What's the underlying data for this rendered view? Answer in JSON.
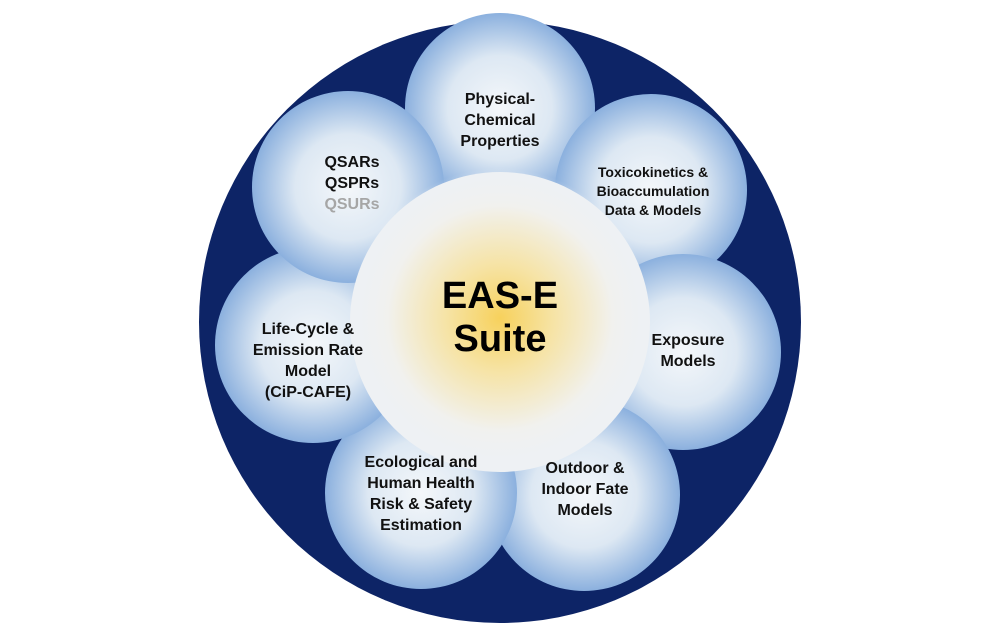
{
  "colors": {
    "ring": "#0d2466",
    "petal_center": "#f2f5f8",
    "petal_edge": "#8db0dd",
    "center_glow": "#f6d36b"
  },
  "center": {
    "line1": "EAS-E",
    "line2": "Suite"
  },
  "petals": [
    {
      "id": "physical-chemical-properties",
      "lines": [
        "Physical-",
        "Chemical",
        "Properties"
      ]
    },
    {
      "id": "toxicokinetics-bioaccumulation",
      "lines": [
        "Toxicokinetics &",
        "Bioaccumulation",
        "Data & Models"
      ]
    },
    {
      "id": "exposure-models",
      "lines": [
        "Exposure",
        "Models"
      ]
    },
    {
      "id": "outdoor-indoor-fate",
      "lines": [
        "Outdoor &",
        "Indoor Fate",
        "Models"
      ]
    },
    {
      "id": "ecological-human-health",
      "lines": [
        "Ecological and",
        "Human Health",
        "Risk & Safety",
        "Estimation"
      ]
    },
    {
      "id": "life-cycle-emission",
      "lines": [
        "Life-Cycle &",
        "Emission Rate",
        "Model",
        "(CiP-CAFE)"
      ]
    },
    {
      "id": "qsars-qsprs-qsurs",
      "lines": [
        "QSARs",
        "QSPRs",
        "QSURs"
      ],
      "dim_last": true
    }
  ]
}
